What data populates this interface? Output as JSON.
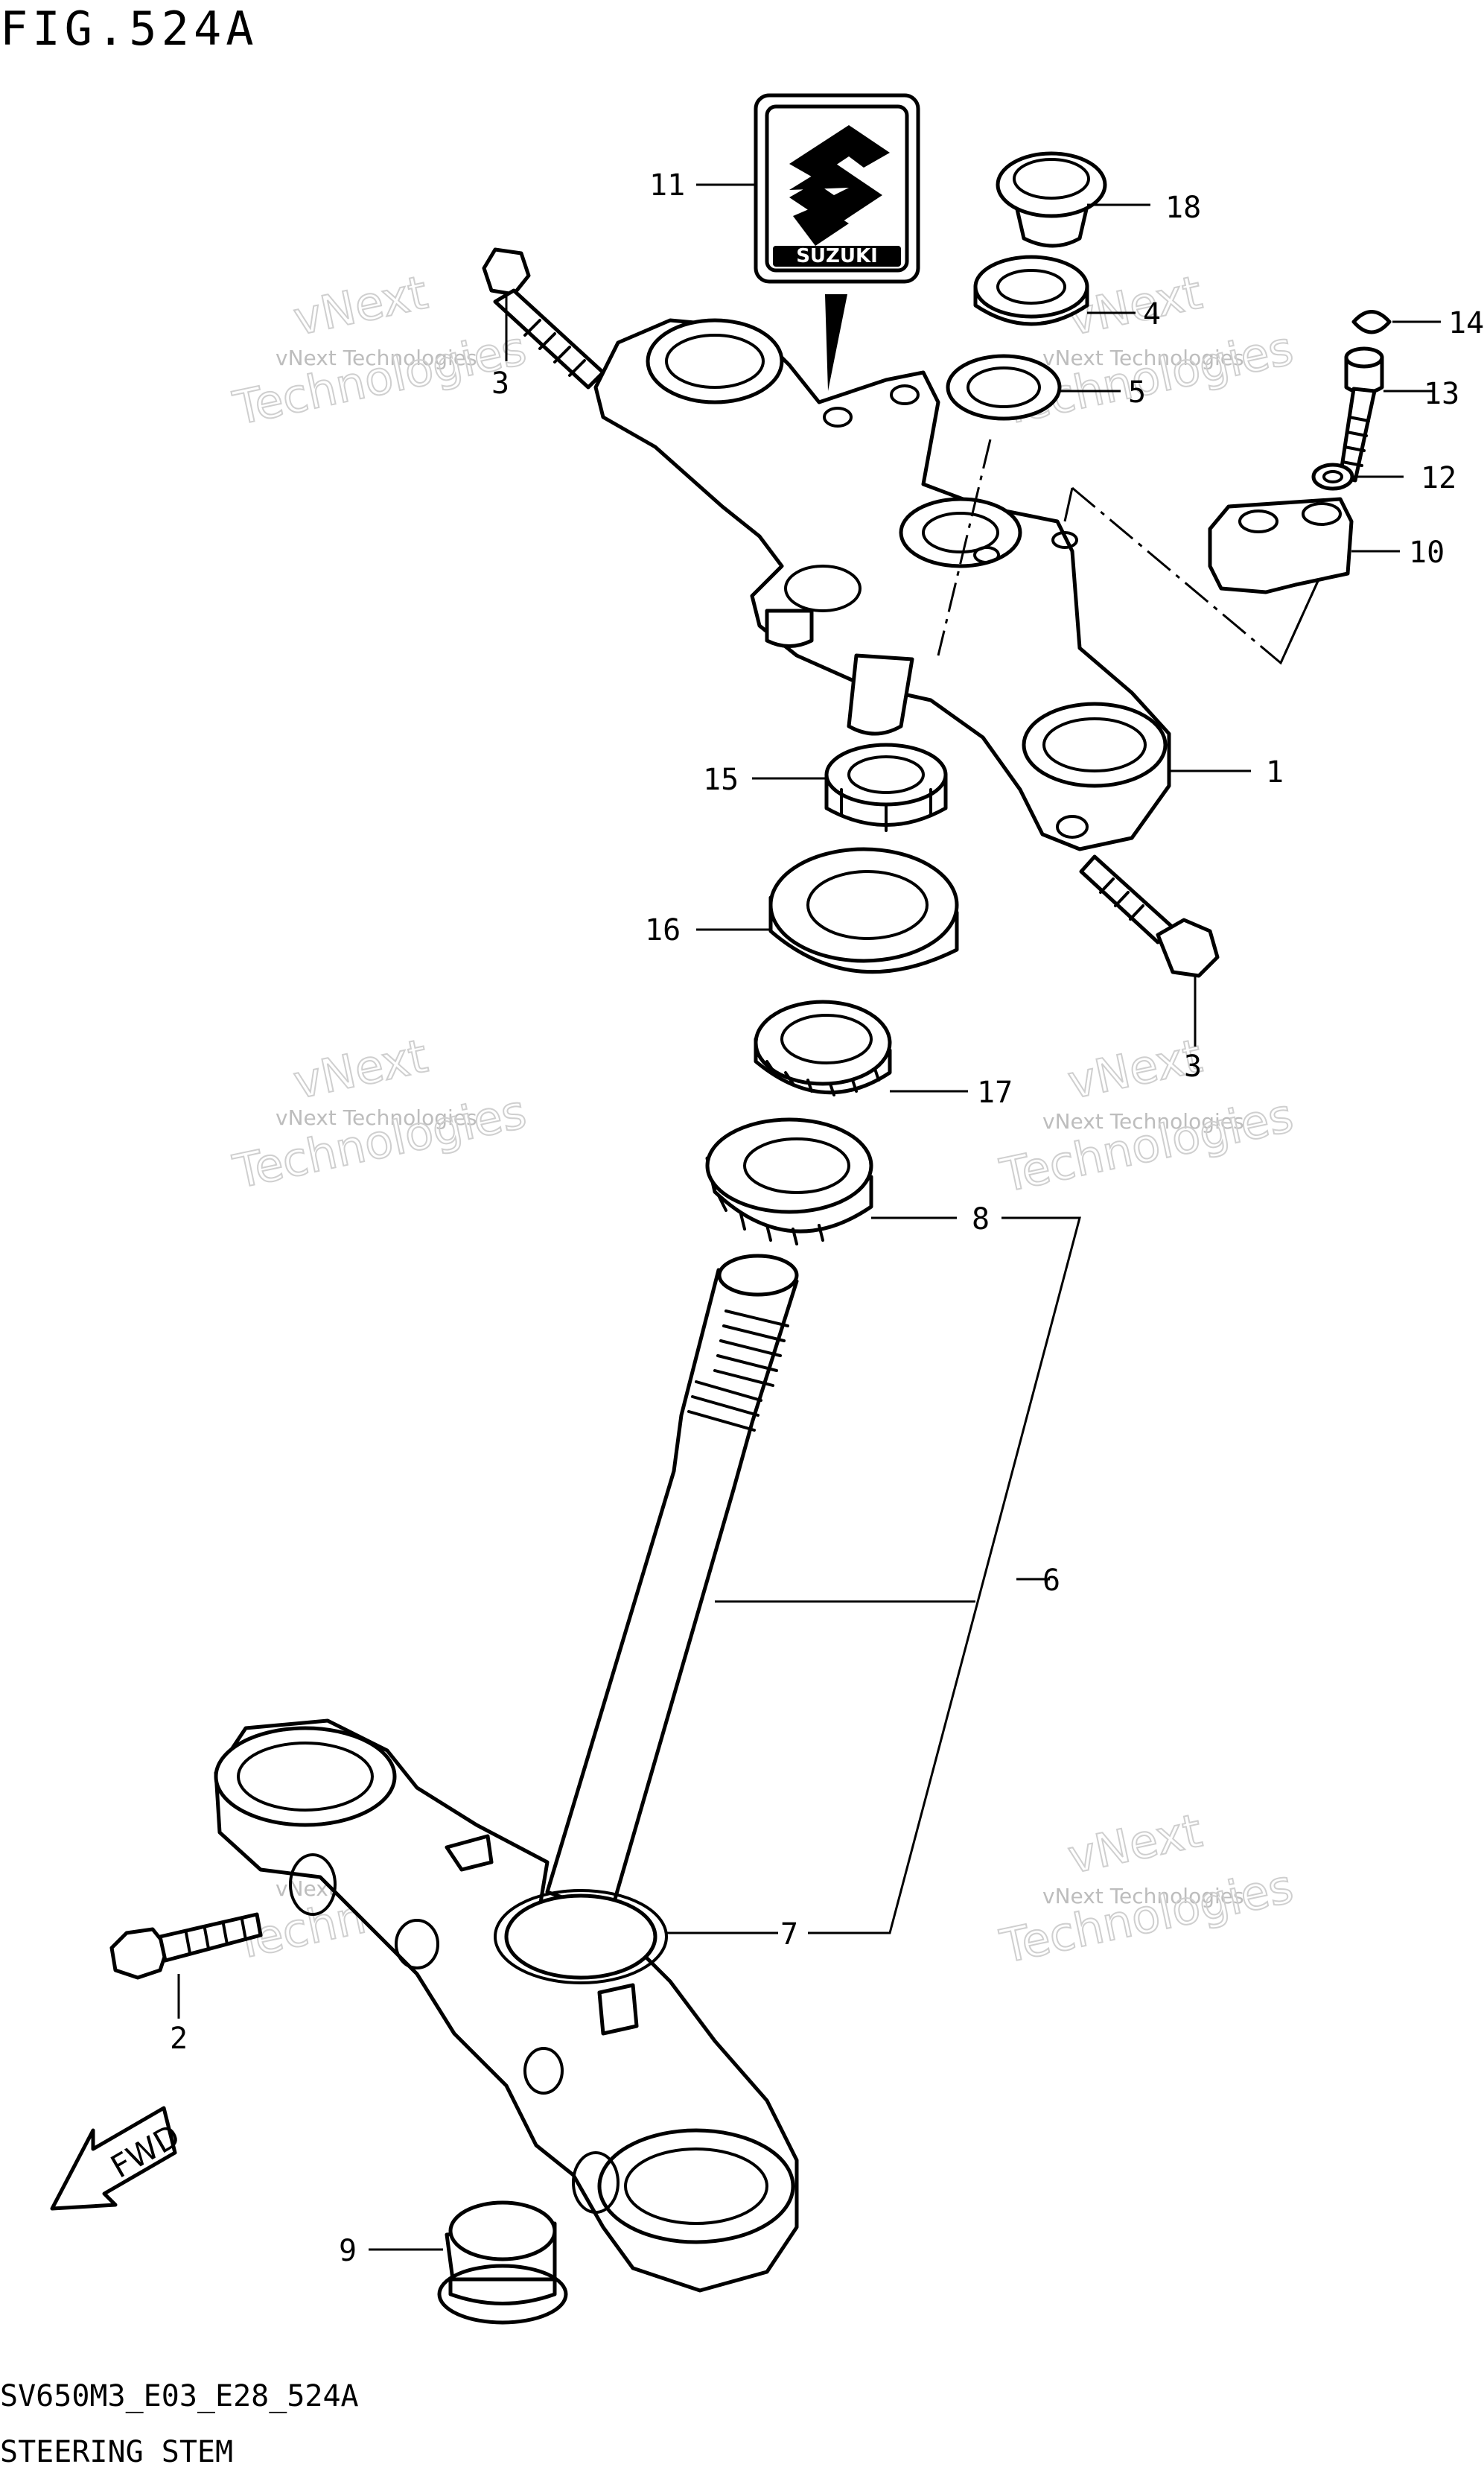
{
  "figure": {
    "title": "FIG.524A",
    "footer_code": "SV650M3_E03_E28_524A",
    "footer_title": "STEERING STEM"
  },
  "watermark": {
    "line1": "vNext Technologies",
    "line2": "vNext",
    "line3": "Technologies"
  },
  "logo": {
    "brand": "SUZUKI"
  },
  "fwd_label": "FWD",
  "callouts": [
    {
      "id": "1",
      "label": "1"
    },
    {
      "id": "2",
      "label": "2"
    },
    {
      "id": "3a",
      "label": "3"
    },
    {
      "id": "3b",
      "label": "3"
    },
    {
      "id": "4",
      "label": "4"
    },
    {
      "id": "5",
      "label": "5"
    },
    {
      "id": "6",
      "label": "6"
    },
    {
      "id": "7",
      "label": "7"
    },
    {
      "id": "8",
      "label": "8"
    },
    {
      "id": "9",
      "label": "9"
    },
    {
      "id": "10",
      "label": "10"
    },
    {
      "id": "11",
      "label": "11"
    },
    {
      "id": "12",
      "label": "12"
    },
    {
      "id": "13",
      "label": "13"
    },
    {
      "id": "14",
      "label": "14"
    },
    {
      "id": "15",
      "label": "15"
    },
    {
      "id": "16",
      "label": "16"
    },
    {
      "id": "17",
      "label": "17"
    },
    {
      "id": "18",
      "label": "18"
    }
  ]
}
